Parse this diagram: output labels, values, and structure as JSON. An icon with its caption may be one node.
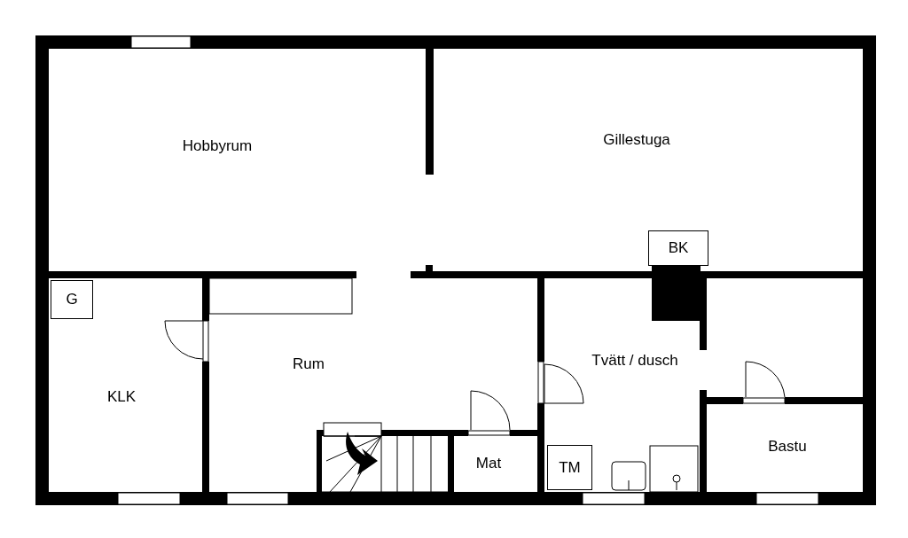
{
  "diagram": {
    "nodes": [
      {
        "text": [
          "Hobbyrum"
        ]
      },
      {
        "text": [
          "Gillestuga"
        ]
      },
      {
        "text": [
          "BK"
        ],
        "in": 1
      },
      {
        "text": [
          "KLK"
        ]
      },
      {
        "text": [
          "G"
        ],
        "in": 3
      },
      {
        "text": [
          "Rum"
        ]
      },
      {
        "text": [
          "Tvätt / dusch"
        ]
      },
      {
        "text": [
          "Bastu"
        ]
      },
      {
        "text": [
          "Mat"
        ]
      },
      {
        "text": [
          "TM"
        ],
        "in": 6
      }
    ]
  }
}
